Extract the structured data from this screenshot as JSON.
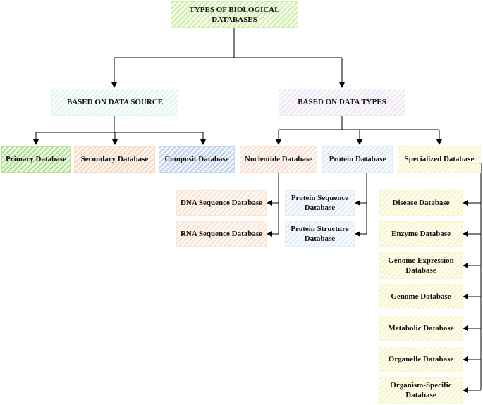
{
  "diagram": {
    "root": {
      "label": "TYPES OF BIOLOGICAL\nDATABASES"
    },
    "source_branch": {
      "label": "BASED ON DATA SOURCE"
    },
    "types_branch": {
      "label": "BASED ON DATA TYPES"
    },
    "source_children": [
      {
        "label": "Primary Database"
      },
      {
        "label": "Secondary Database"
      },
      {
        "label": "Composit Database"
      }
    ],
    "type_children": [
      {
        "label": "Nucleotide Database"
      },
      {
        "label": "Protein Database"
      },
      {
        "label": "Specialized Database"
      }
    ],
    "nucleotide_children": [
      {
        "label": "DNA Sequence Database"
      },
      {
        "label": "RNA Sequence Database"
      }
    ],
    "protein_children": [
      {
        "label": "Protein Sequence\nDatabase"
      },
      {
        "label": "Protein  Structure\nDatabase"
      }
    ],
    "specialized_children": [
      {
        "label": "Disease Database"
      },
      {
        "label": "Enzyme Database"
      },
      {
        "label": "Genome Expression\nDatabase"
      },
      {
        "label": "Genome Database"
      },
      {
        "label": "Metabolic Database"
      },
      {
        "label": "Organelle  Database"
      },
      {
        "label": "Organism-Specific\nDatabase"
      }
    ]
  },
  "colors": {
    "root": "#d6efb2",
    "source_branch": "#e6f6ee",
    "types_branch": "#efe8f5",
    "primary": "#b8e49a",
    "secondary": "#f9dcc6",
    "composit": "#c3d8ef",
    "nucleotide": "#fbe3d3",
    "protein": "#e3edf7",
    "specialized": "#fbf6cf",
    "dna_rna": "#fbe6d6",
    "protein_children": "#e5eef8",
    "specialized_children": "#f9f5cc",
    "line": "#000000"
  }
}
